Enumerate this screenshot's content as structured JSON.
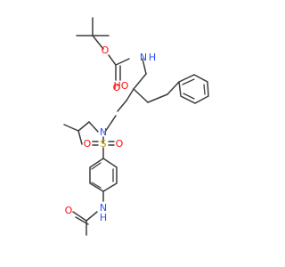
{
  "molecule": {
    "atoms": {
      "o_ester": "O",
      "o_carbonyl_boc": "O",
      "n_carbamate": "N",
      "h_carbamate": "H",
      "o_hydroxyl": "HO",
      "n_sulfonamide": "N",
      "s_sulfonyl": "S",
      "o_sulfonyl_left": "O",
      "o_sulfonyl_right": "O",
      "n_acetamide": "N",
      "h_acetamide": "H",
      "o_acetyl": "O"
    },
    "colors": {
      "bond": "#3c3c3c",
      "oxygen": "#ff0d0d",
      "nitrogen": "#3050f8",
      "sulfur": "#b8a000",
      "background": "#ffffff"
    }
  }
}
